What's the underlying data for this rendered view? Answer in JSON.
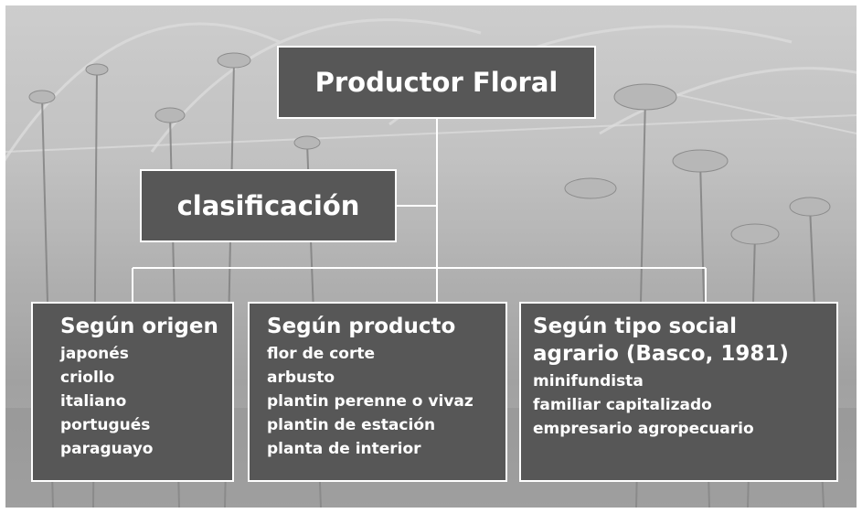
{
  "root": {
    "label": "Productor Floral"
  },
  "classification": {
    "label": "clasificación"
  },
  "categories": [
    {
      "title": "Según origen",
      "items": [
        "japonés",
        "criollo",
        "italiano",
        "portugués",
        "paraguayo"
      ]
    },
    {
      "title": "Según producto",
      "items": [
        "flor de corte",
        "arbusto",
        "plantin perenne o vivaz",
        "plantin de estación",
        "planta de interior"
      ]
    },
    {
      "title": "Según tipo social agrario (Basco, 1981)",
      "items": [
        "minifundista",
        "familiar capitalizado",
        "empresario agropecuario"
      ]
    }
  ],
  "colors": {
    "box_fill": "#575757",
    "box_border": "#ffffff",
    "connector": "#ffffff",
    "text": "#ffffff"
  },
  "background": {
    "icon": "greenhouse-flowers-photo"
  }
}
